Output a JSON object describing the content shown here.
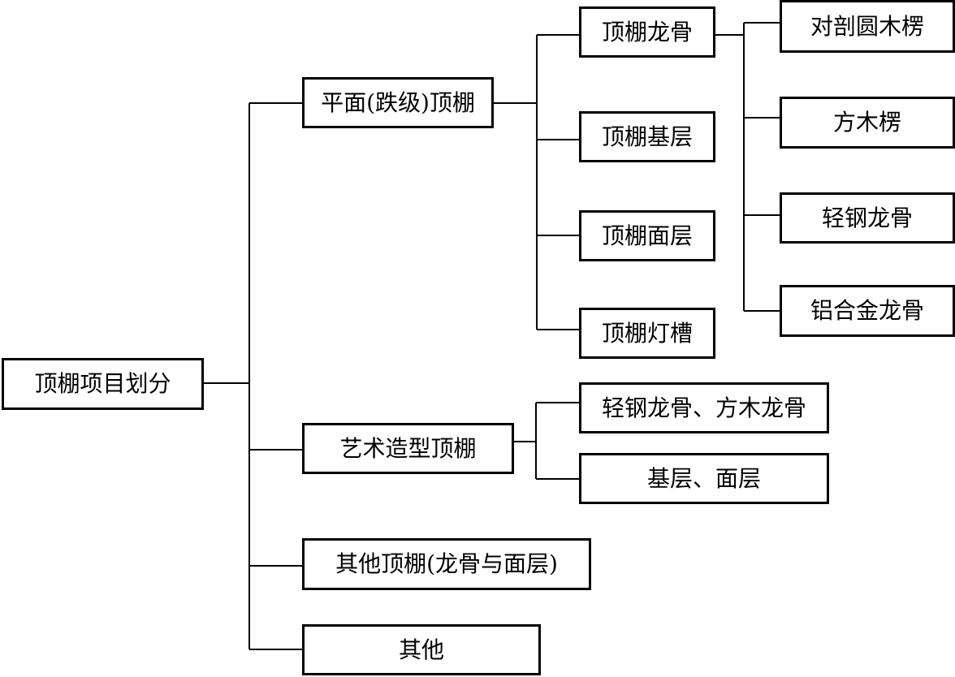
{
  "root": {
    "label": "顶棚项目划分"
  },
  "categories": {
    "flat": {
      "label": "平面(跌级)顶棚"
    },
    "art": {
      "label": "艺术造型顶棚"
    },
    "other_ceiling": {
      "label": "其他顶棚(龙骨与面层)"
    },
    "other": {
      "label": "其他"
    }
  },
  "flat_items": {
    "keel": {
      "label": "顶棚龙骨"
    },
    "base": {
      "label": "顶棚基层"
    },
    "face": {
      "label": "顶棚面层"
    },
    "light": {
      "label": "顶棚灯槽"
    }
  },
  "keel_types": {
    "round": {
      "label": "对剖圆木楞"
    },
    "square": {
      "label": "方木楞"
    },
    "steel": {
      "label": "轻钢龙骨"
    },
    "alu": {
      "label": "铝合金龙骨"
    }
  },
  "art_items": {
    "keel": {
      "label": "轻钢龙骨、方木龙骨"
    },
    "layer": {
      "label": "基层、面层"
    }
  }
}
